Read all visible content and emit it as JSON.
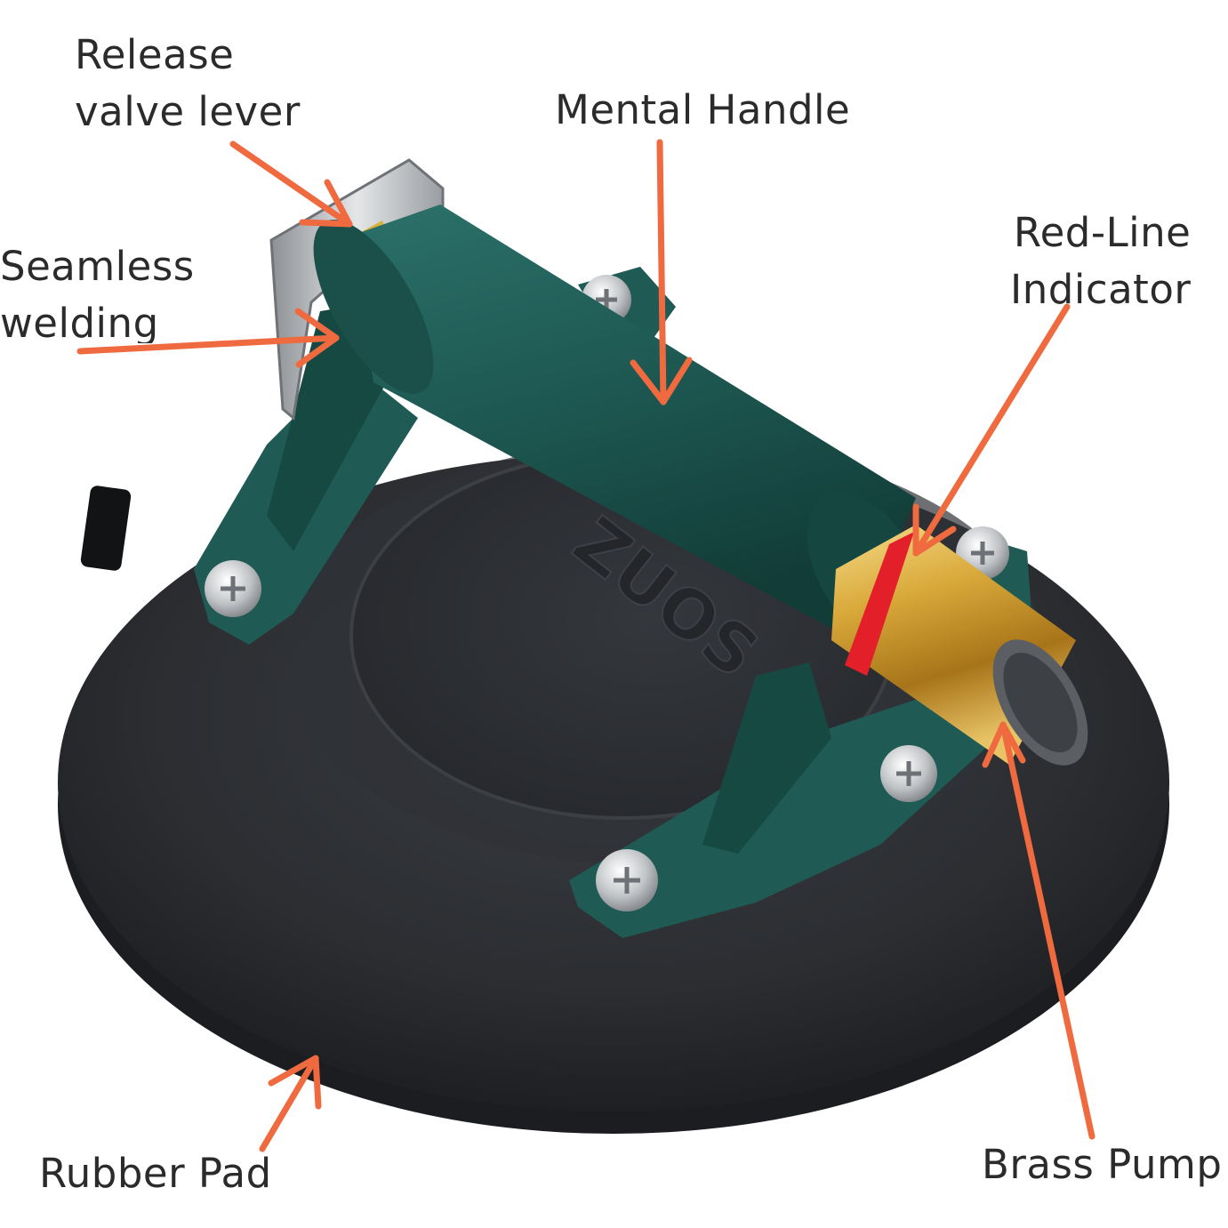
{
  "labels": {
    "release_valve_lever": [
      "Release",
      "valve lever"
    ],
    "seamless_welding": [
      "Seamless",
      "welding"
    ],
    "mental_handle": "Mental Handle",
    "red_line_indicator": [
      "Red-Line",
      "Indicator"
    ],
    "rubber_pad": "Rubber Pad",
    "brass_pump": "Brass Pump"
  },
  "brand_mark": "ZUOS",
  "colors": {
    "arrow": "#ef6a3f",
    "handle_green": "#1f5a54",
    "pad_black": "#2a2c30",
    "brass": "#d9a93a",
    "red_line": "#e3202a",
    "text": "#2b2b2b"
  }
}
